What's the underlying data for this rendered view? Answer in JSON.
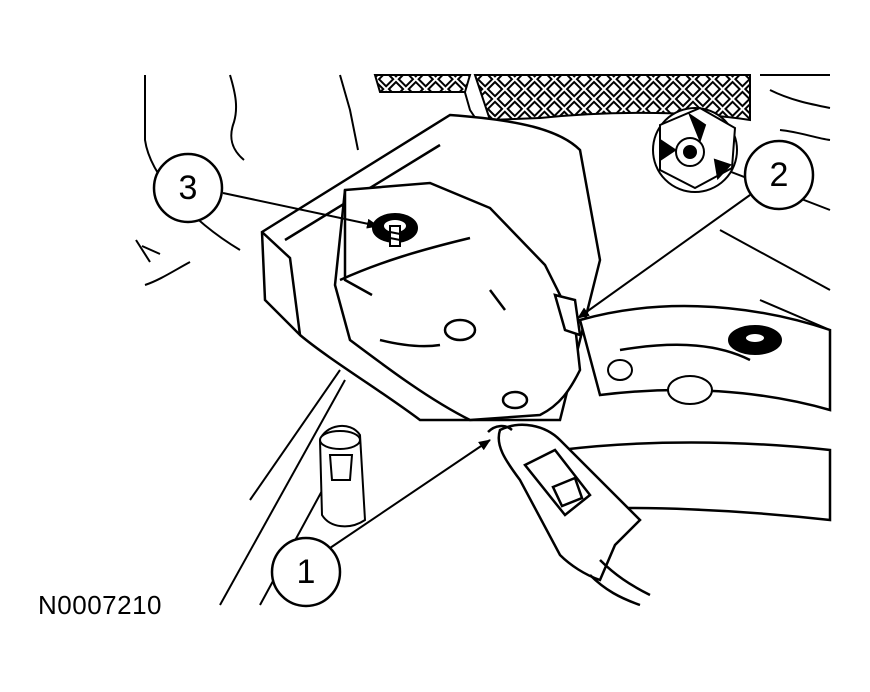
{
  "figure_id": "N0007210",
  "callouts": [
    {
      "number": "1"
    },
    {
      "number": "2"
    },
    {
      "number": "3"
    }
  ]
}
